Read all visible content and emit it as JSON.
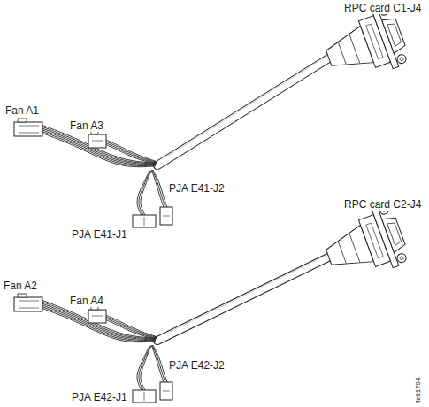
{
  "diagram": {
    "labels": [
      "RPC card C1-J4",
      "Fan A1",
      "Fan A3",
      "PJA E41-J2",
      "PJA E41-J1",
      "RPC card C2-J4",
      "Fan A2",
      "Fan A4",
      "PJA E42-J2",
      "PJA E42-J1",
      "fz01794"
    ]
  }
}
